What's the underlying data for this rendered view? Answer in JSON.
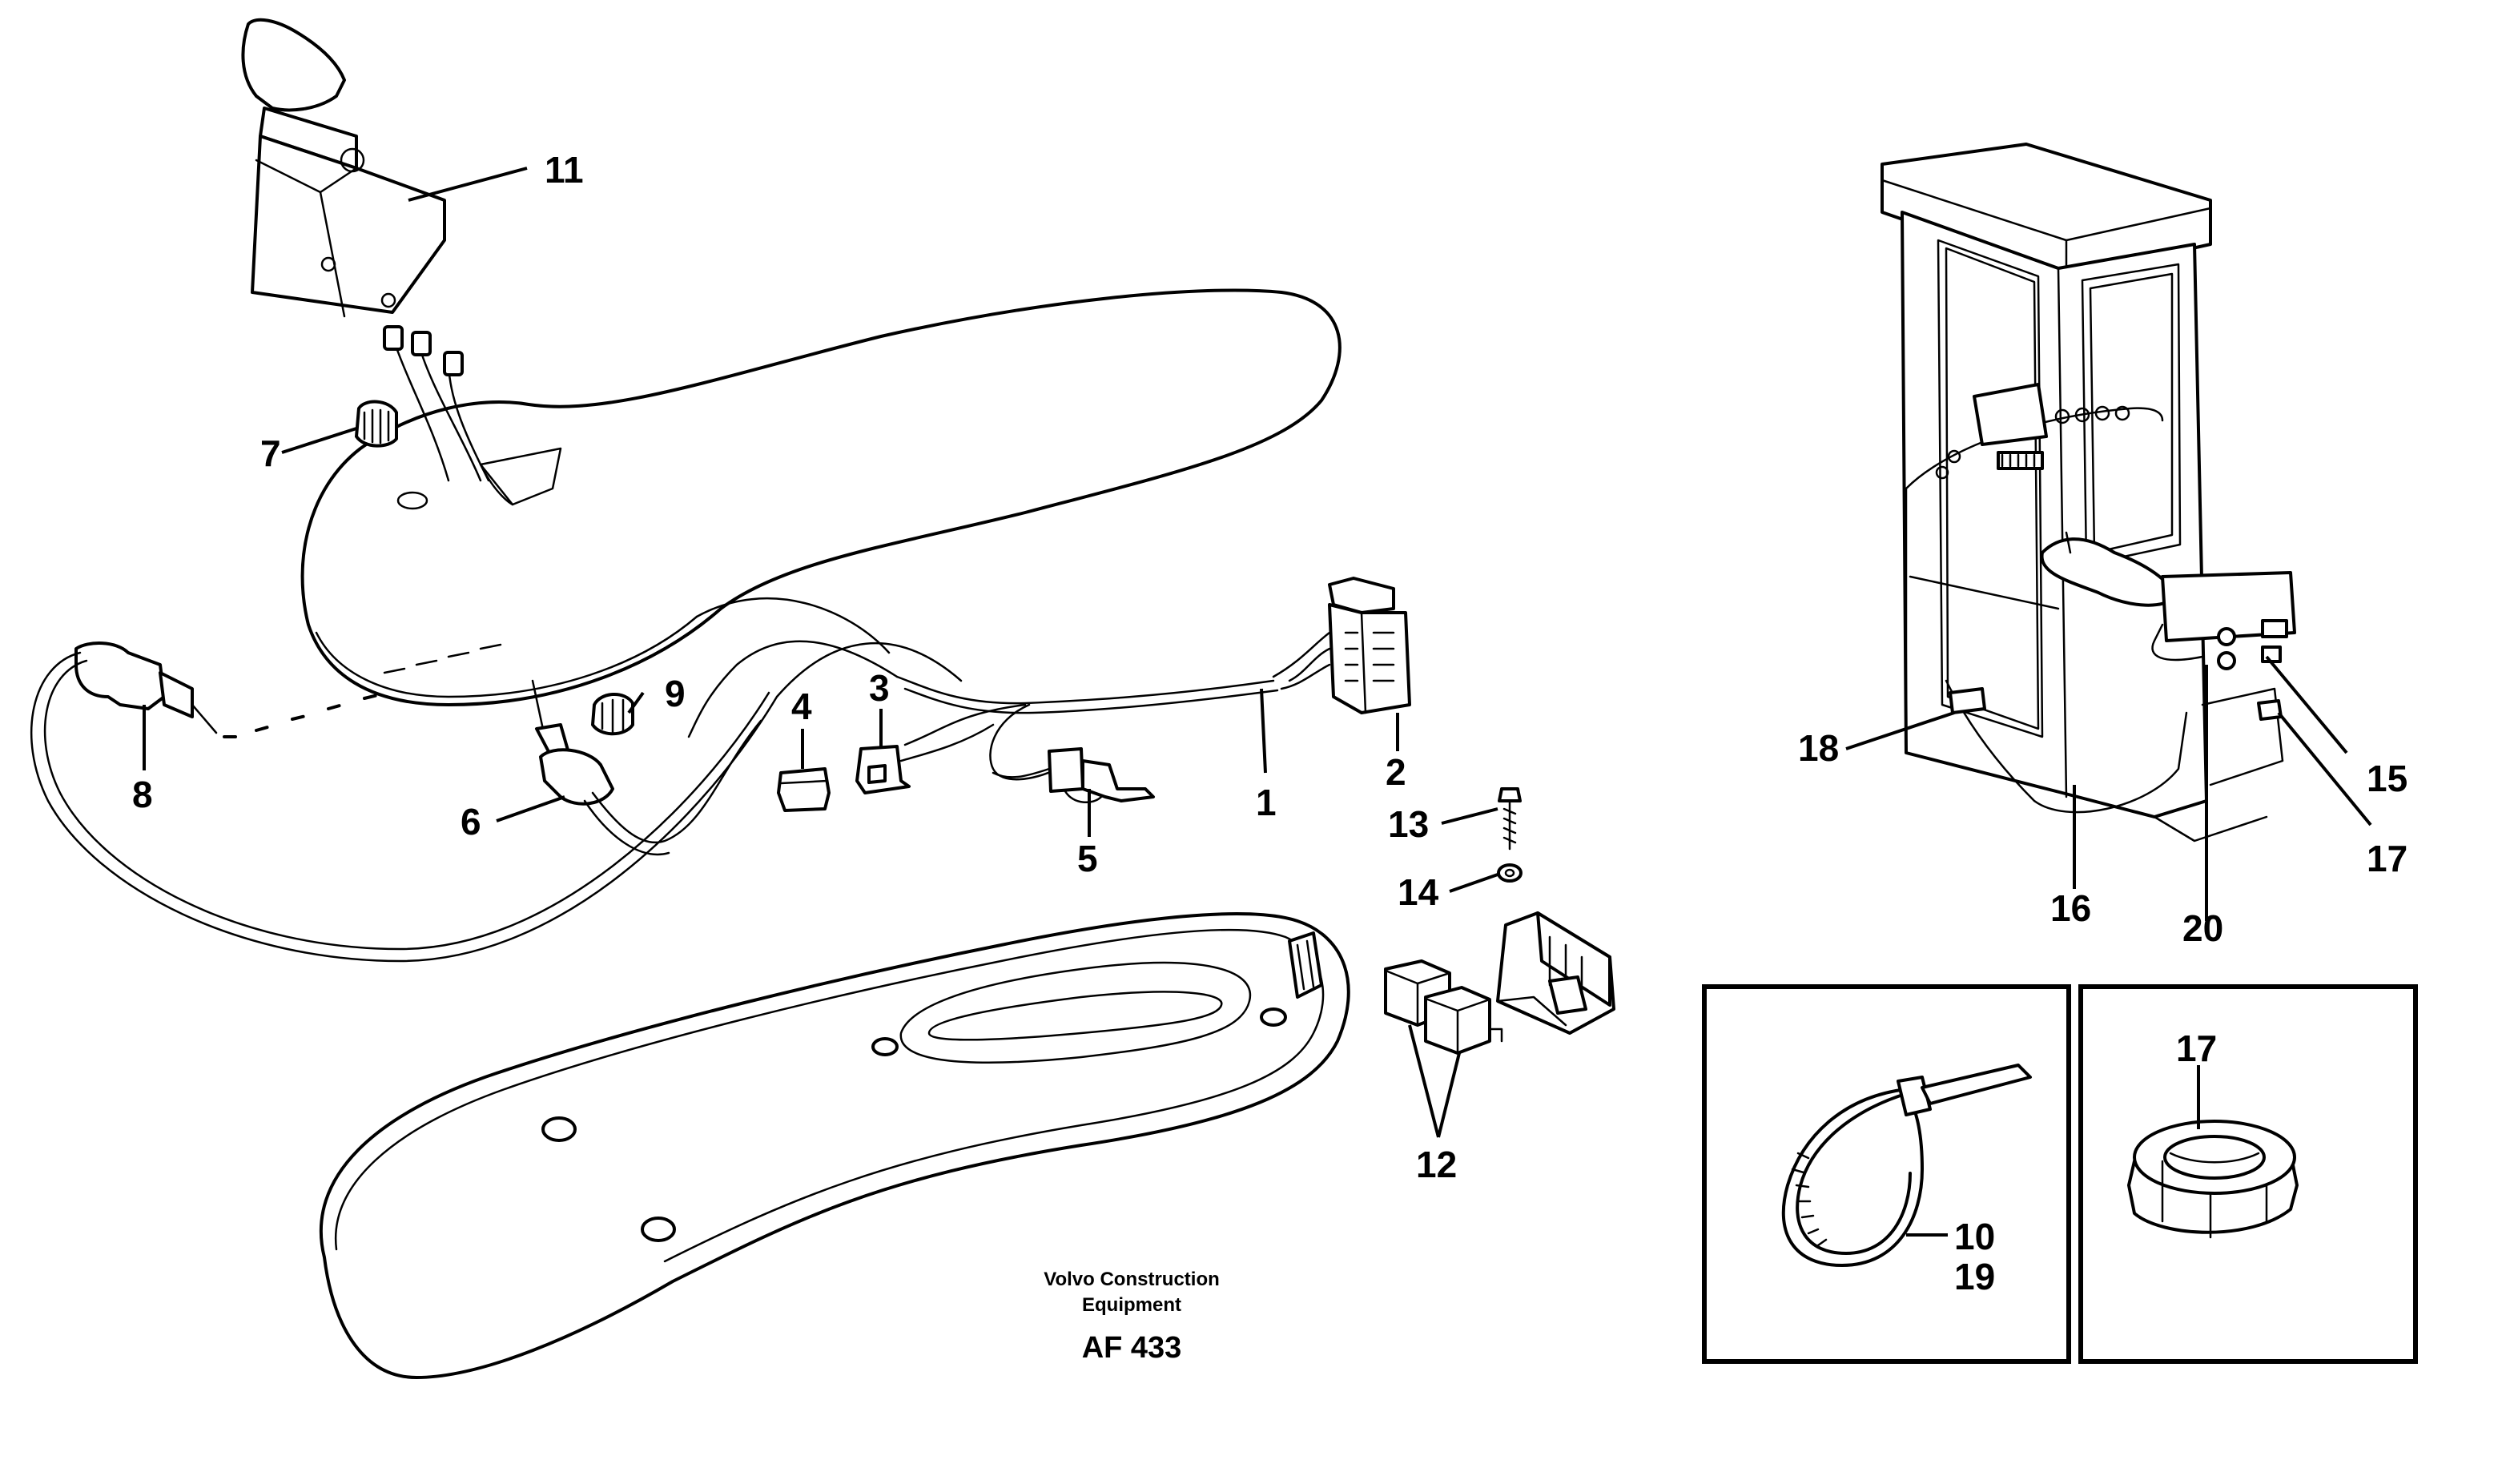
{
  "callouts": {
    "c1": "1",
    "c2": "2",
    "c3": "3",
    "c4": "4",
    "c5": "5",
    "c6": "6",
    "c7": "7",
    "c8": "8",
    "c9": "9",
    "c11": "11",
    "c12": "12",
    "c13": "13",
    "c14": "14",
    "c15": "15",
    "c16": "16",
    "c17a": "17",
    "c17b": "17",
    "c18": "18",
    "c20": "20",
    "c10": "10",
    "c19": "19"
  },
  "credit": {
    "line1": "Volvo Construction",
    "line2": "Equipment",
    "code": "AF 433"
  }
}
